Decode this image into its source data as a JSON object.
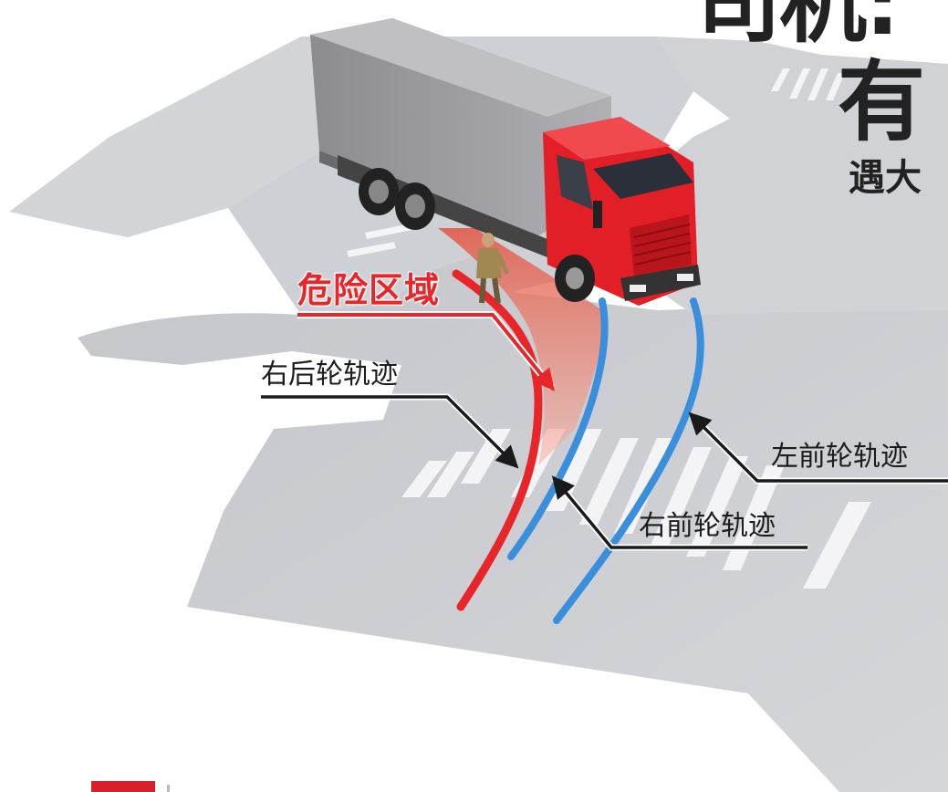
{
  "title": {
    "line1": "司机:",
    "line2": "有",
    "subtitle": "遇大"
  },
  "callouts": {
    "danger_zone": "危险区域",
    "right_rear_track": "右后轮轨迹",
    "right_front_track": "右前轮轨迹",
    "left_front_track": "左前轮轨迹"
  },
  "colors": {
    "road": "#c9cbd0",
    "crosswalk": "#f4f4f6",
    "truck_cab": "#e21e26",
    "truck_box": "#9a9a9e",
    "rear_track": "#e8262a",
    "front_track": "#3a8fdc",
    "danger_fill": "#f08070",
    "accent_square": "#d8202a"
  }
}
